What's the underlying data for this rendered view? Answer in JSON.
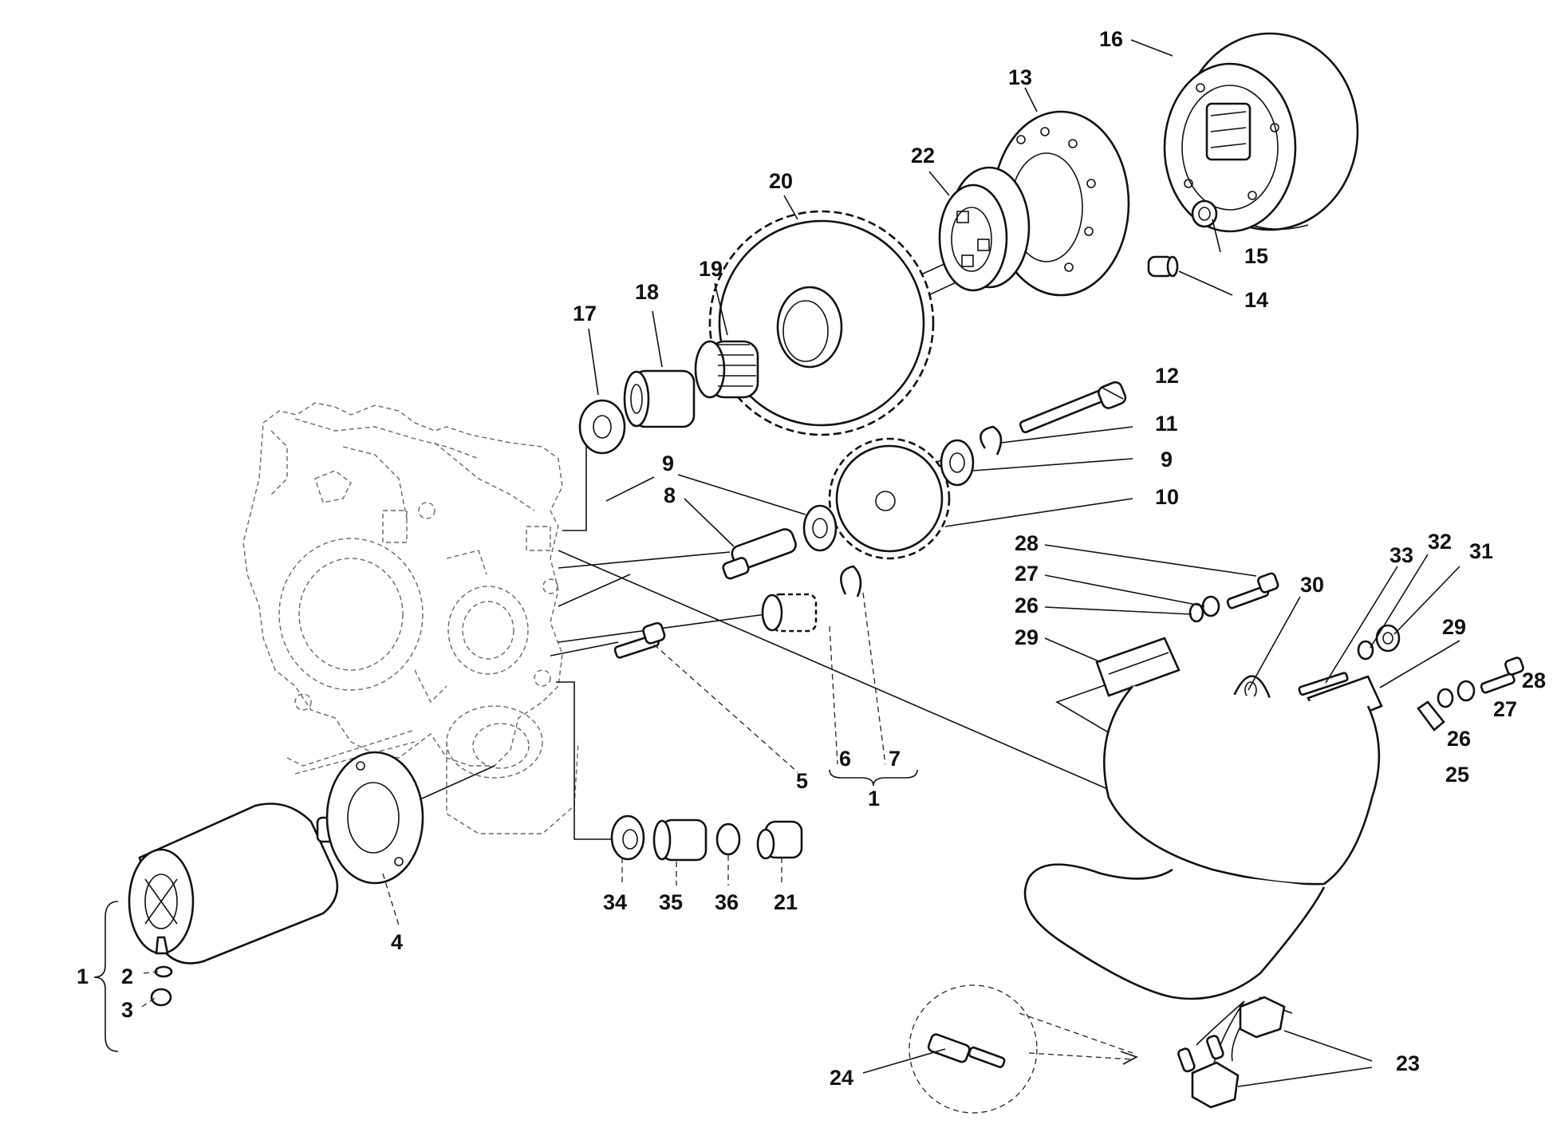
{
  "callouts": [
    {
      "id": "c16",
      "text": "16"
    },
    {
      "id": "c13",
      "text": "13"
    },
    {
      "id": "c22",
      "text": "22"
    },
    {
      "id": "c20",
      "text": "20"
    },
    {
      "id": "c15",
      "text": "15"
    },
    {
      "id": "c14",
      "text": "14"
    },
    {
      "id": "c19",
      "text": "19"
    },
    {
      "id": "c18",
      "text": "18"
    },
    {
      "id": "c17",
      "text": "17"
    },
    {
      "id": "c12",
      "text": "12"
    },
    {
      "id": "c11",
      "text": "11"
    },
    {
      "id": "c9a",
      "text": "9"
    },
    {
      "id": "c9b",
      "text": "9"
    },
    {
      "id": "c10",
      "text": "10"
    },
    {
      "id": "c8",
      "text": "8"
    },
    {
      "id": "c28a",
      "text": "28"
    },
    {
      "id": "c27a",
      "text": "27"
    },
    {
      "id": "c26a",
      "text": "26"
    },
    {
      "id": "c29a",
      "text": "29"
    },
    {
      "id": "c30",
      "text": "30"
    },
    {
      "id": "c33",
      "text": "33"
    },
    {
      "id": "c32",
      "text": "32"
    },
    {
      "id": "c31",
      "text": "31"
    },
    {
      "id": "c29b",
      "text": "29"
    },
    {
      "id": "c28b",
      "text": "28"
    },
    {
      "id": "c27b",
      "text": "27"
    },
    {
      "id": "c26b",
      "text": "26"
    },
    {
      "id": "c25",
      "text": "25"
    },
    {
      "id": "c5",
      "text": "5"
    },
    {
      "id": "c6",
      "text": "6"
    },
    {
      "id": "c7",
      "text": "7"
    },
    {
      "id": "c1b",
      "text": "1"
    },
    {
      "id": "c4",
      "text": "4"
    },
    {
      "id": "c34",
      "text": "34"
    },
    {
      "id": "c35",
      "text": "35"
    },
    {
      "id": "c36",
      "text": "36"
    },
    {
      "id": "c21",
      "text": "21"
    },
    {
      "id": "c1a",
      "text": "1"
    },
    {
      "id": "c2",
      "text": "2"
    },
    {
      "id": "c3",
      "text": "3"
    },
    {
      "id": "c24",
      "text": "24"
    },
    {
      "id": "c23",
      "text": "23"
    }
  ]
}
